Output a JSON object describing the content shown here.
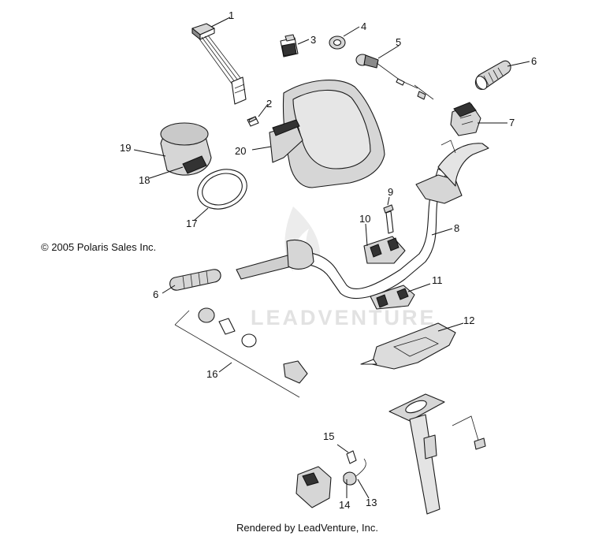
{
  "copyright": "© 2005 Polaris Sales Inc.",
  "footer": "Rendered by LeadVenture, Inc.",
  "watermark": "LEADVENTURE",
  "callouts": [
    {
      "id": "callout-1",
      "label": "1"
    },
    {
      "id": "callout-2",
      "label": "2"
    },
    {
      "id": "callout-3",
      "label": "3"
    },
    {
      "id": "callout-4",
      "label": "4"
    },
    {
      "id": "callout-5",
      "label": "5"
    },
    {
      "id": "callout-6a",
      "label": "6"
    },
    {
      "id": "callout-6b",
      "label": "6"
    },
    {
      "id": "callout-7",
      "label": "7"
    },
    {
      "id": "callout-8",
      "label": "8"
    },
    {
      "id": "callout-9",
      "label": "9"
    },
    {
      "id": "callout-10",
      "label": "10"
    },
    {
      "id": "callout-11",
      "label": "11"
    },
    {
      "id": "callout-12",
      "label": "12"
    },
    {
      "id": "callout-13",
      "label": "13"
    },
    {
      "id": "callout-14",
      "label": "14"
    },
    {
      "id": "callout-15",
      "label": "15"
    },
    {
      "id": "callout-16",
      "label": "16"
    },
    {
      "id": "callout-17",
      "label": "17"
    },
    {
      "id": "callout-18",
      "label": "18"
    },
    {
      "id": "callout-19",
      "label": "19"
    },
    {
      "id": "callout-20",
      "label": "20"
    }
  ]
}
